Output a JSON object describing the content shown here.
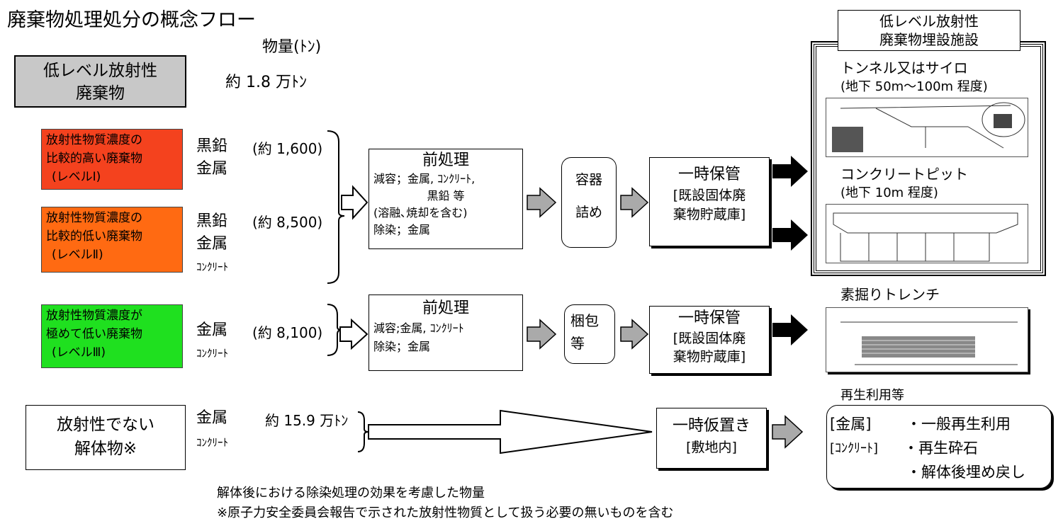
{
  "title": "廃棄物処理処分の概念フロー",
  "quantity_header": "物量(ﾄﾝ)",
  "low_level": {
    "label_line1": "低レベル放射性",
    "label_line2": "廃棄物",
    "quantity": "約 1.8 万ﾄﾝ"
  },
  "levels": [
    {
      "line1": "放射性物質濃度の",
      "line2": "比較的高い廃棄物",
      "line3": "(レベルⅠ)",
      "color": "#f4421e",
      "materials": [
        "黒鉛",
        "金属"
      ],
      "quantity": "(約 1,600)"
    },
    {
      "line1": "放射性物質濃度の",
      "line2": "比較的低い廃棄物",
      "line3": "(レベルⅡ)",
      "color": "#ff6a12",
      "materials": [
        "黒鉛",
        "金属",
        "ｺﾝｸﾘｰﾄ"
      ],
      "quantity": "(約 8,500)"
    },
    {
      "line1": "放射性物質濃度が",
      "line2": "極めて低い廃棄物",
      "line3": "(レベルⅢ)",
      "color": "#1fe01f",
      "materials": [
        "金属",
        "ｺﾝｸﾘｰﾄ"
      ],
      "quantity": "(約 8,100)"
    }
  ],
  "non_radioactive": {
    "line1": "放射性でない",
    "line2": "解体物※",
    "materials": [
      "金属",
      "ｺﾝｸﾘｰﾄ"
    ],
    "quantity": "約 15.9 万ﾄﾝ"
  },
  "pretreat1": {
    "title": "前処理",
    "l1": "減容；金属, ｺﾝｸﾘｰﾄ,",
    "l2": "黒鉛 等",
    "l3": "(溶融､焼却を含む)",
    "l4": "除染；金属"
  },
  "pretreat2": {
    "title": "前処理",
    "l1": "減容;金属, ｺﾝｸﾘｰﾄ",
    "l2": "除染；金属"
  },
  "container": {
    "l1": "容器",
    "l2": "詰め"
  },
  "packing": {
    "l1": "梱包",
    "l2": "等"
  },
  "storage1": {
    "l1": "一時保管",
    "l2": "[既設固体廃",
    "l3": "棄物貯蔵庫]"
  },
  "storage2": {
    "l1": "一時保管",
    "l2": "[既設固体廃",
    "l3": "棄物貯蔵庫]"
  },
  "temp_place": {
    "l1": "一時仮置き",
    "l2": "[敷地内]"
  },
  "facility": {
    "title1": "低レベル放射性",
    "title2": "廃棄物埋設施設",
    "tunnel1": "トンネル又はサイロ",
    "tunnel2": "(地下 50m～100m 程度)",
    "pit1": "コンクリートピット",
    "pit2": "(地下 10m 程度)"
  },
  "trench": "素掘りトレンチ",
  "reuse": {
    "header": "再生利用等",
    "r1a": "[金属]",
    "r1b": "・一般再生利用",
    "r2a": "[ｺﾝｸﾘｰﾄ]",
    "r2b": "・再生砕石",
    "r3": "・解体後埋め戻し"
  },
  "notes": {
    "n1": "解体後における除染処理の効果を考慮した物量",
    "n2": "※原子力安全委員会報告で示された放射性物質として扱う必要の無いものを含む"
  }
}
